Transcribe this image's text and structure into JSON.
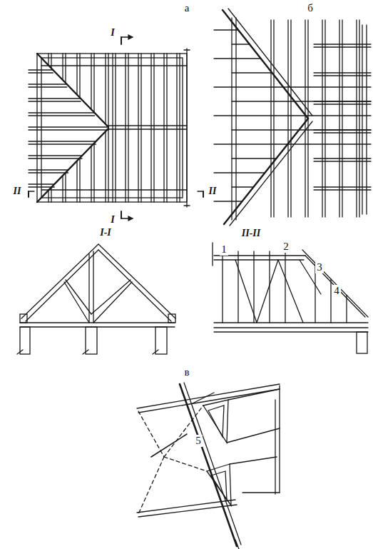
{
  "diagram": {
    "labels": [
      "а",
      "б",
      "I",
      "I",
      "II",
      "II",
      "I-I",
      "II-II",
      "1",
      "2",
      "3",
      "4",
      "в",
      "5"
    ]
  }
}
